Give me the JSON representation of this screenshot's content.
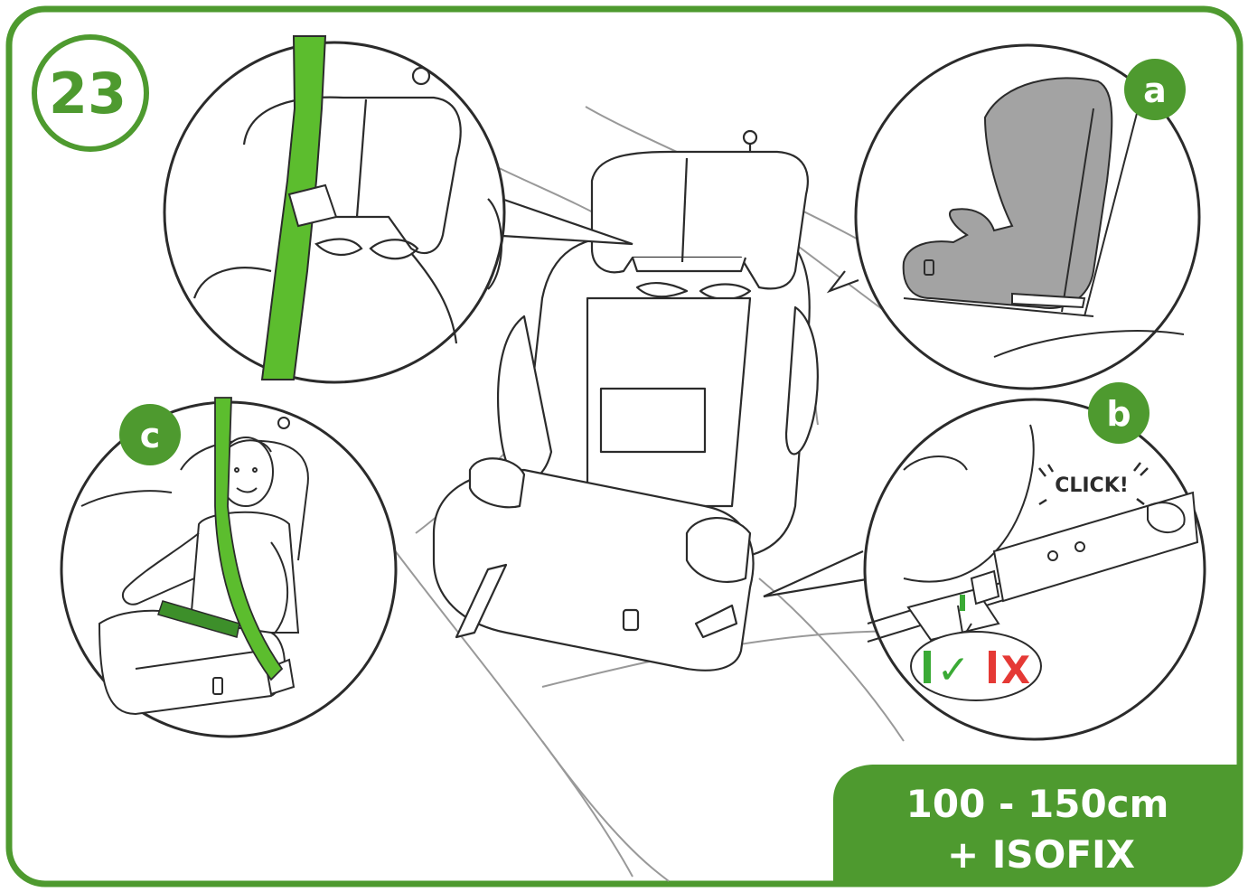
{
  "step_number": "23",
  "labels": {
    "a": "a",
    "b": "b",
    "c": "c"
  },
  "click_text": "CLICK!",
  "indicator": {
    "ok": "✓",
    "fail": "X"
  },
  "footer": {
    "line1": "100 - 150cm",
    "line2": "+ ISOFIX"
  },
  "colors": {
    "brand_green": "#4e9a2f",
    "belt_green": "#5cbd2e",
    "ok_green": "#3aaa35",
    "fail_red": "#e53935",
    "line": "#2b2b2b",
    "seat_gray": "#a3a3a3"
  }
}
